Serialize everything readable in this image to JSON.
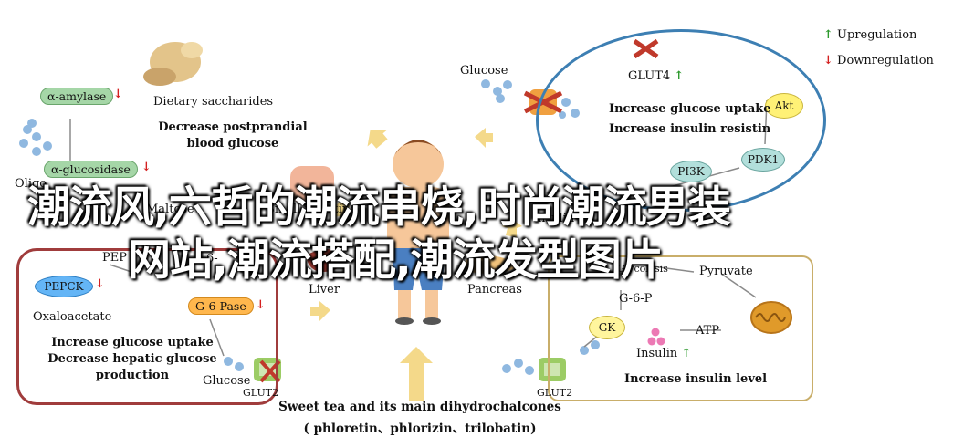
{
  "legend": {
    "up_arrow": "↑",
    "upregulation": "Upregulation",
    "down_arrow": "↓",
    "downregulation": "Downregulation"
  },
  "intestine": {
    "alpha_amylase": "α-amylase",
    "alpha_glucosidase": "α-glucosidase",
    "dietary_saccharides": "Dietary saccharides",
    "effect_line1": "Decrease postprandial",
    "effect_line2": "blood glucose",
    "oligo_partial": "Oligo",
    "maltose_partial": "Maltose",
    "small_intestine_partial": "Small intestine"
  },
  "liver": {
    "pep": "PEP",
    "g6p_partial": "6-",
    "pepck": "PEPCK",
    "oxaloacetate": "Oxaloacetate",
    "g6pase": "G-6-Pase",
    "glucose": "Glucose",
    "glut2": "GLUT2",
    "organ": "Liver",
    "effect_line1": "Increase glucose uptake",
    "effect_line2": "Decrease hepatic glucose",
    "effect_line3": "production"
  },
  "muscle": {
    "glucose": "Glucose",
    "glut4": "GLUT4",
    "akt": "Akt",
    "pdk1": "PDK1",
    "pi3k": "PI3K",
    "insulin_partial": "Insulin",
    "effect_line1": "Increase glucose uptake",
    "effect_line2": "Increase insulin resistin"
  },
  "pancreas": {
    "organ": "Pancreas",
    "glycolysis": "Glycolysis",
    "pyruvate": "Pyruvate",
    "g6p": "G-6-P",
    "gk": "GK",
    "atp": "ATP",
    "insulin": "Insulin",
    "glut2": "GLUT2",
    "effect": "Increase insulin level"
  },
  "footer": {
    "line1": "Sweet tea and its main dihydrochalcones",
    "line2": "( phloretin、phlorizin、trilobatin)"
  },
  "overlay": {
    "line1": "潮流风,六哲的潮流串烧,时尚潮流男装",
    "line2": "网站,潮流搭配,潮流发型图片"
  },
  "colors": {
    "amylase_fill": "#a5d6a7",
    "pepck_fill": "#64b5f6",
    "g6pase_fill": "#ffb74d",
    "akt_fill": "#fff176",
    "pdk1_fill": "#b2dfdb",
    "gk_fill": "#fff59d",
    "liver_box": "#a03c3c",
    "muscle_ellipse": "#3d7fb3",
    "pancreas_box": "#c9ae6a",
    "glucose_dot": "#8fb8e0",
    "flow_arrow": "#f4d98a"
  }
}
